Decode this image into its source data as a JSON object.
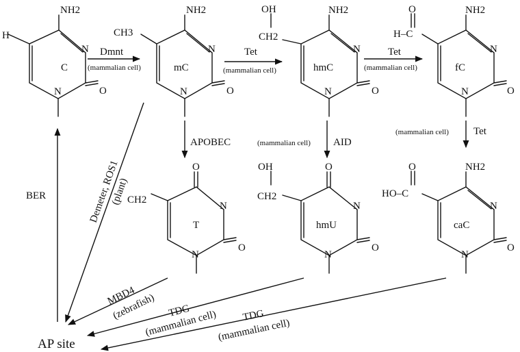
{
  "molecules": {
    "c": {
      "name": "C",
      "nh2": "NH2",
      "n3": "N",
      "o": "O",
      "n1": "N",
      "sub": "H"
    },
    "mc": {
      "name": "mC",
      "nh2": "NH2",
      "n3": "N",
      "o": "O",
      "n1": "N",
      "sub": "CH3"
    },
    "hmc": {
      "name": "hmC",
      "nh2": "NH2",
      "n3": "N",
      "o": "O",
      "n1": "N",
      "oh": "OH",
      "ch2": "CH2"
    },
    "fc": {
      "name": "fC",
      "nh2": "NH2",
      "n3": "N",
      "o": "O",
      "n1": "N",
      "ald_o": "O",
      "ald_h": "H–C"
    },
    "t": {
      "name": "T",
      "o4": "O",
      "n3": "N",
      "o": "O",
      "n1": "N",
      "sub": "CH2"
    },
    "hmu": {
      "name": "hmU",
      "o4": "O",
      "n3": "N",
      "o": "O",
      "n1": "N",
      "oh": "OH",
      "ch2": "CH2"
    },
    "cac": {
      "name": "caC",
      "nh2": "NH2",
      "n3": "N",
      "o": "O",
      "n1": "N",
      "carb_o": "O",
      "carb_ho": "HO–C"
    }
  },
  "arrows": {
    "dnmt": {
      "enzyme": "Dmnt",
      "note": "(mammalian cell)"
    },
    "tet1": {
      "enzyme": "Tet",
      "note": "(mammalian cell)"
    },
    "tet2": {
      "enzyme": "Tet",
      "note": "(mammalian cell)"
    },
    "tet3": {
      "enzyme": "Tet",
      "note": "(mammalian cell)"
    },
    "apobec": {
      "enzyme": "APOBEC"
    },
    "aid": {
      "enzyme": "AID",
      "note": "(mammalian cell)"
    },
    "demeter": {
      "enzyme": "Demeter, ROS1",
      "note": "(plant)"
    },
    "mbd4": {
      "enzyme": "MBD4",
      "note": "(zebrafish)"
    },
    "tdg1": {
      "enzyme": "TDG",
      "note": "(mammalian cell)"
    },
    "tdg2": {
      "enzyme": "TDG",
      "note": "(mammalian cell)"
    },
    "ber": {
      "enzyme": "BER"
    }
  },
  "ap_site": "AP site"
}
